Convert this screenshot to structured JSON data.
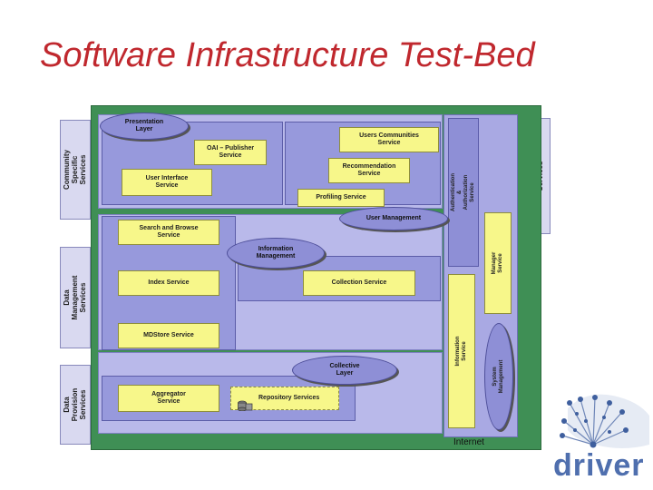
{
  "title": "Software Infrastructure Test-Bed",
  "side_labels": {
    "community": "Community Specific\nServices",
    "data_management": "Data Management\nServices",
    "data_provision": "Data Provision\nServices",
    "system": "System Services"
  },
  "ovals": {
    "presentation": "Presentation\nLayer",
    "information_management": "Information\nManagement",
    "user_management": "User Management",
    "collective": "Collective\nLayer"
  },
  "services": {
    "oai_publisher": "OAI – Publisher\nService",
    "users_communities": "Users Communities\nService",
    "recommendation": "Recommendation\nService",
    "user_interface": "User Interface\nService",
    "profiling": "Profiling Service",
    "search_browse": "Search and Browse\nService",
    "index": "Index Service",
    "collection": "Collection Service",
    "mdstore": "MDStore Service",
    "aggregator": "Aggregator\nService",
    "repository": "Repository Services"
  },
  "vertical_services": {
    "auth": "Authentication & Authorization\nService",
    "manager": "Manager Service",
    "information": "Information\nService",
    "system_management": "System Management"
  },
  "internet": "Internet",
  "logo_text": "driver",
  "colors": {
    "title": "#c0282e",
    "green": "#3f8f55",
    "service_yellow": "#f7f78a",
    "layer_purple": "#8e8fd6",
    "logo_blue": "#4f6fae"
  }
}
